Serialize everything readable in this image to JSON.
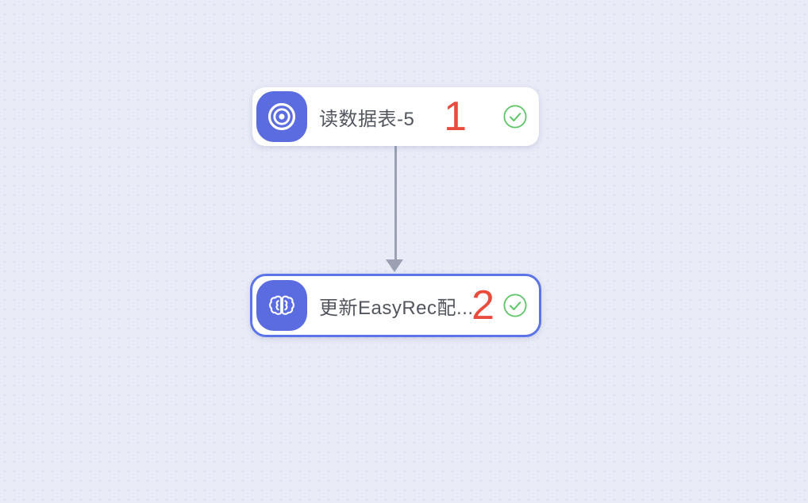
{
  "theme": {
    "canvas_bg": "#e9ebf7",
    "canvas_dot": "#dde1f0",
    "node_bg": "#ffffff",
    "node_icon_bg": "#5a6ce0",
    "selected_border": "#5b74e8",
    "title_color": "#52565e",
    "number_red": "#e94c3c",
    "check_green": "#5dc566",
    "edge_gray": "#9ba1b3"
  },
  "nodes": [
    {
      "title": "读数据表-5",
      "order": "1",
      "icon": "target-icon",
      "status": "success",
      "selected": false
    },
    {
      "title": "更新EasyRec配...",
      "order": "2",
      "icon": "brain-icon",
      "status": "success",
      "selected": true
    }
  ],
  "edges": [
    {
      "from": "1",
      "to": "2"
    }
  ]
}
